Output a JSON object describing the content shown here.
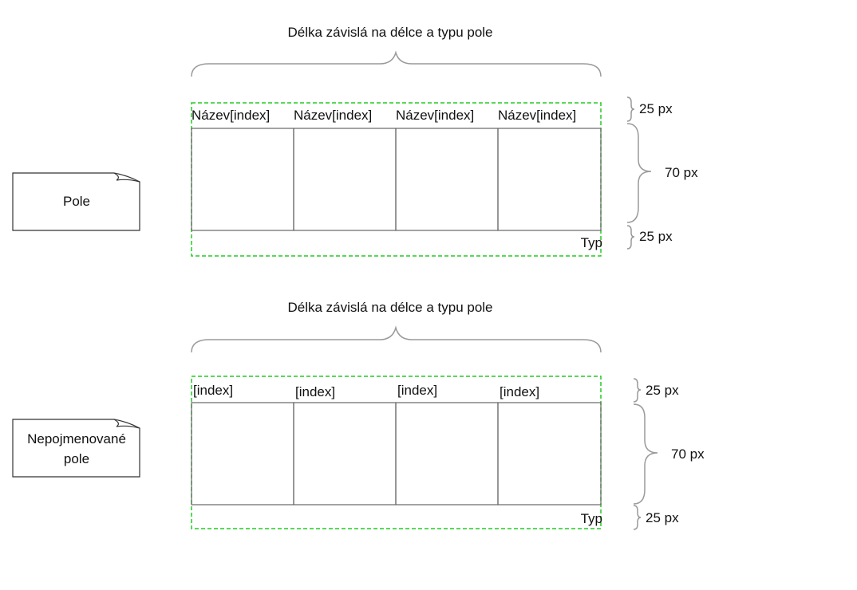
{
  "diagrams": [
    {
      "note_label": "Pole",
      "brace_label": "Délka závislá na délce a typu pole",
      "cell_headers": [
        "Název[index]",
        "Název[index]",
        "Název[index]",
        "Název[index]"
      ],
      "type_label": "Typ",
      "dims": {
        "header": "25 px",
        "body": "70 px",
        "footer": "25 px"
      }
    },
    {
      "note_label": [
        "Nepojmenované",
        "pole"
      ],
      "brace_label": "Délka závislá na délce a typu pole",
      "cell_headers": [
        "[index]",
        "[index]",
        "[index]",
        "[index]"
      ],
      "type_label": "Typ",
      "dims": {
        "header": "25 px",
        "body": "70 px",
        "footer": "25 px"
      }
    }
  ],
  "colors": {
    "line": "#666666",
    "brace": "#9a9a9a",
    "dashed": "#22cc22",
    "text": "#111111"
  }
}
